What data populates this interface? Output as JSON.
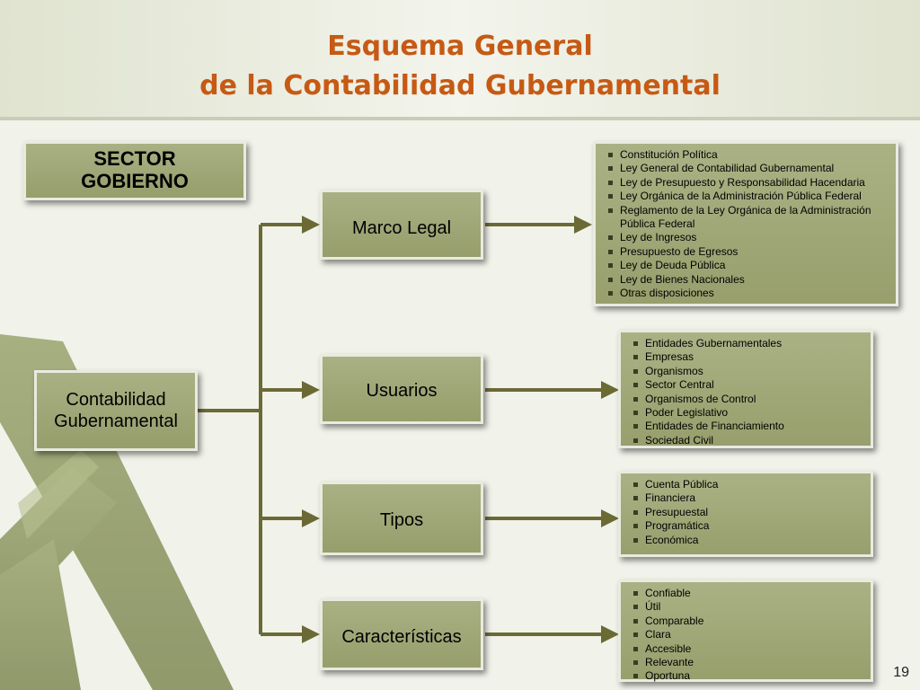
{
  "title": {
    "line1": "Esquema General",
    "line2": "de la Contabilidad Gubernamental"
  },
  "sector": "SECTOR GOBIERNO",
  "root": "Contabilidad Gubernamental",
  "branches": [
    {
      "label": "Marco Legal",
      "items": [
        "Constitución Política",
        "Ley General de Contabilidad Gubernamental",
        "Ley de Presupuesto y Responsabilidad Hacendaria",
        "Ley Orgánica de la Administración Pública Federal",
        "Reglamento de la Ley Orgánica de la Administración Pública Federal",
        "Ley de Ingresos",
        "Presupuesto de Egresos",
        "Ley de Deuda Pública",
        "Ley de Bienes Nacionales",
        "Otras disposiciones"
      ]
    },
    {
      "label": "Usuarios",
      "items": [
        "Entidades Gubernamentales",
        "Empresas",
        "Organismos",
        "Sector Central",
        "Organismos de Control",
        "Poder Legislativo",
        "Entidades de Financiamiento",
        "Sociedad Civil"
      ]
    },
    {
      "label": "Tipos",
      "items": [
        "Cuenta Pública",
        "Financiera",
        "Presupuestal",
        "Programática",
        "Económica"
      ]
    },
    {
      "label": "Características",
      "items": [
        "Confiable",
        "Útil",
        "Comparable",
        "Clara",
        "Accesible",
        "Relevante",
        "Oportuna"
      ]
    }
  ],
  "page_number": "19",
  "colors": {
    "title": "#c65a14",
    "box_fill": "#a3aa7c",
    "connector": "#6b6a35",
    "background": "#eef0e6",
    "x_shape": "#8a9460"
  }
}
